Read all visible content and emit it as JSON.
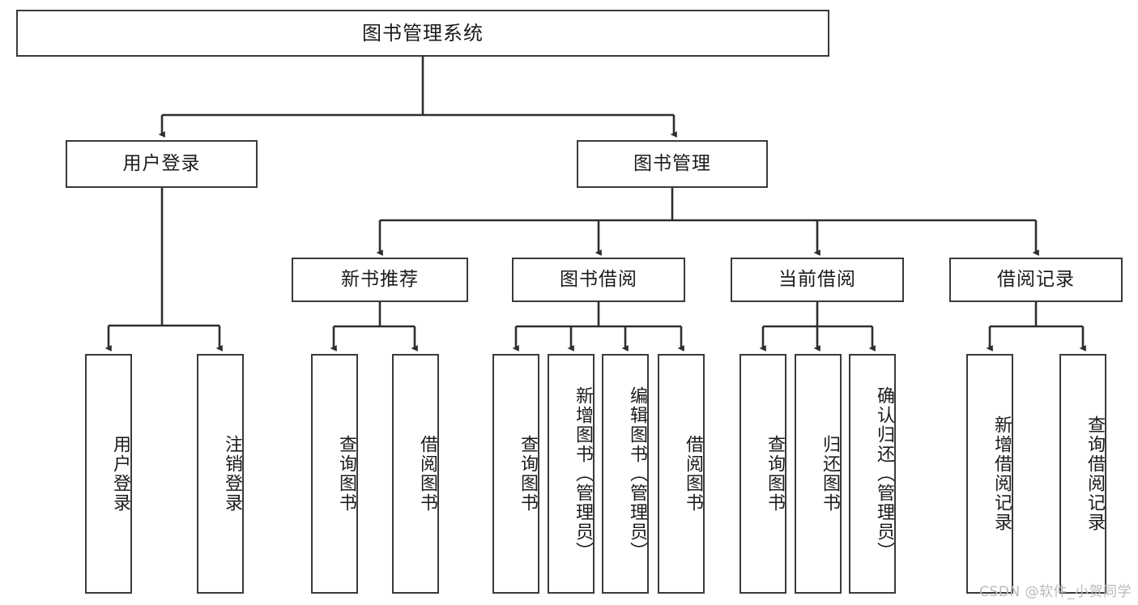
{
  "diagram": {
    "title": "图书管理系统",
    "type": "tree-hierarchy-chart",
    "root": {
      "label": "图书管理系统"
    },
    "level1": [
      {
        "label": "用户登录"
      },
      {
        "label": "图书管理"
      }
    ],
    "level2": [
      {
        "label": "新书推荐"
      },
      {
        "label": "图书借阅"
      },
      {
        "label": "当前借阅"
      },
      {
        "label": "借阅记录"
      }
    ],
    "leaves": {
      "user_login": [
        {
          "label": "用户登录"
        },
        {
          "label": "注销登录"
        }
      ],
      "new_book_recommend": [
        {
          "label": "查询图书"
        },
        {
          "label": "借阅图书"
        }
      ],
      "book_borrow": [
        {
          "label": "查询图书"
        },
        {
          "label": "新增图书（管理员）"
        },
        {
          "label": "编辑图书（管理员）"
        },
        {
          "label": "借阅图书"
        }
      ],
      "current_borrow": [
        {
          "label": "查询图书"
        },
        {
          "label": "归还图书"
        },
        {
          "label": "确认归还（管理员）"
        }
      ],
      "borrow_record": [
        {
          "label": "新增借阅记录"
        },
        {
          "label": "查询借阅记录"
        }
      ]
    }
  },
  "watermark": {
    "text": "CSDN @软件_小贺同学"
  },
  "colors": {
    "border": "#3a3a3a",
    "background": "#ffffff",
    "text": "#1b1b1b",
    "watermark": "#b9b9b9"
  }
}
